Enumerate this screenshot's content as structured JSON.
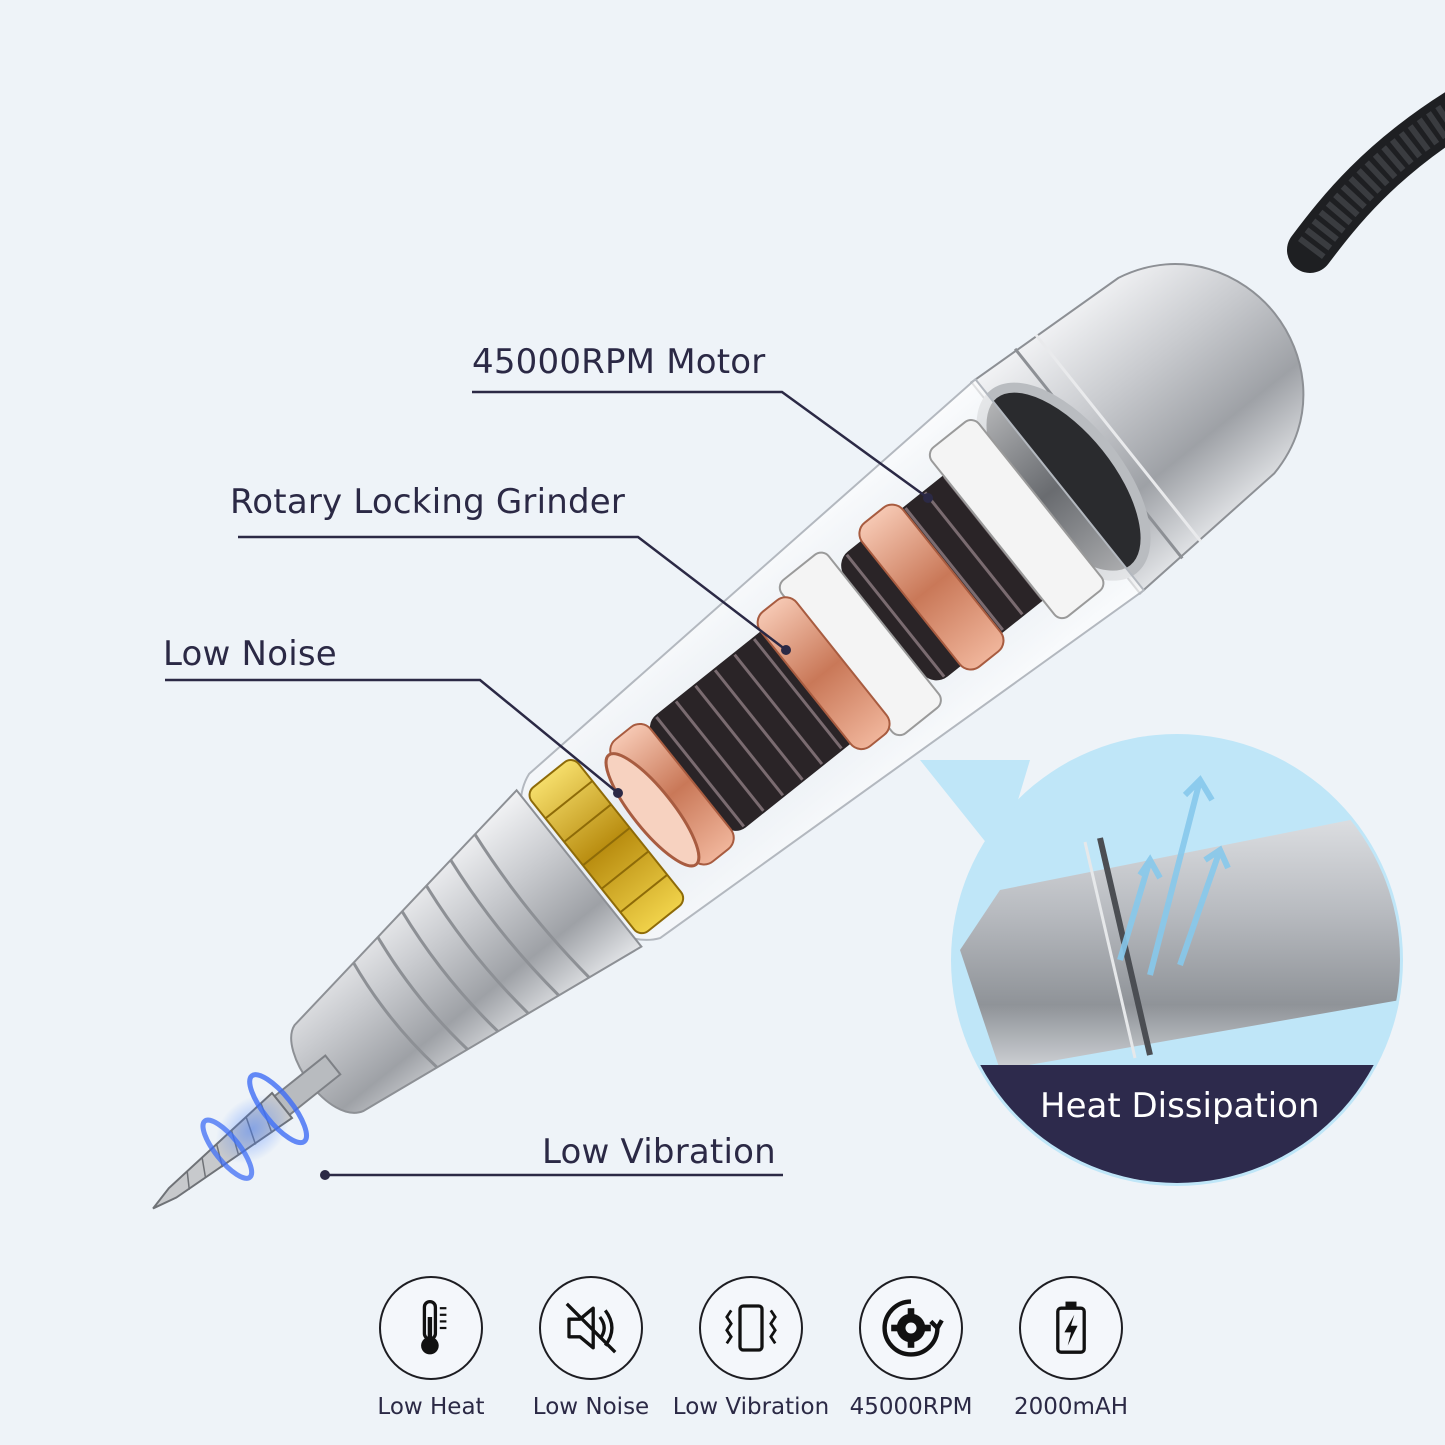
{
  "callouts": {
    "motor": "45000RPM Motor",
    "grinder": "Rotary Locking Grinder",
    "noise": "Low Noise",
    "vibration": "Low Vibration",
    "heat_dissipation": "Heat Dissipation"
  },
  "features": [
    {
      "label": "Low Heat",
      "icon": "thermometer-icon"
    },
    {
      "label": "Low Noise",
      "icon": "muted-speaker-icon"
    },
    {
      "label": "Low Vibration",
      "icon": "vibrating-phone-icon"
    },
    {
      "label": "45000RPM",
      "icon": "rotating-gear-icon"
    },
    {
      "label": "2000mAH",
      "icon": "battery-charging-icon"
    }
  ],
  "colors": {
    "background": "#eef3f8",
    "text": "#2b2945",
    "heat_banner": "#2d2a4c",
    "copper": "#d98f74",
    "gold": "#d7b325",
    "silver": "#c4c6ca"
  }
}
